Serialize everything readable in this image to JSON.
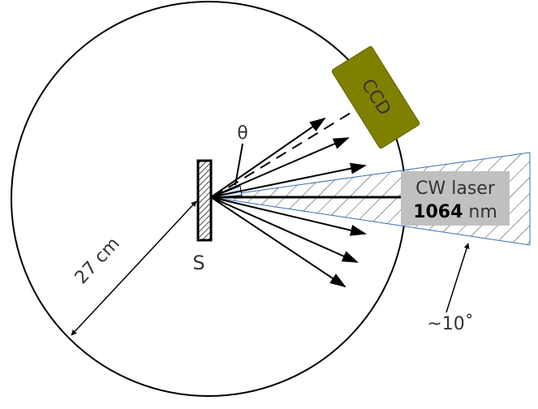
{
  "labels": {
    "sample": "S",
    "theta": "θ",
    "radius": "27 cm",
    "detector": "CCD",
    "laser_name": "CW laser",
    "laser_wavelength_value": "1064",
    "laser_wavelength_unit": " nm",
    "divergence": "~10˚"
  },
  "colors": {
    "detector_fill": "#808000",
    "detector_stroke": "#5f5f00",
    "laser_label_bg": "#c0c0c0",
    "beam_outline": "#3a6fb0",
    "theta_wedge": "#d8ecf8",
    "line": "#000000",
    "text": "#333333"
  },
  "icons": {
    "sample_holder": "hatched-rectangle",
    "arrowhead": "filled-triangle"
  }
}
